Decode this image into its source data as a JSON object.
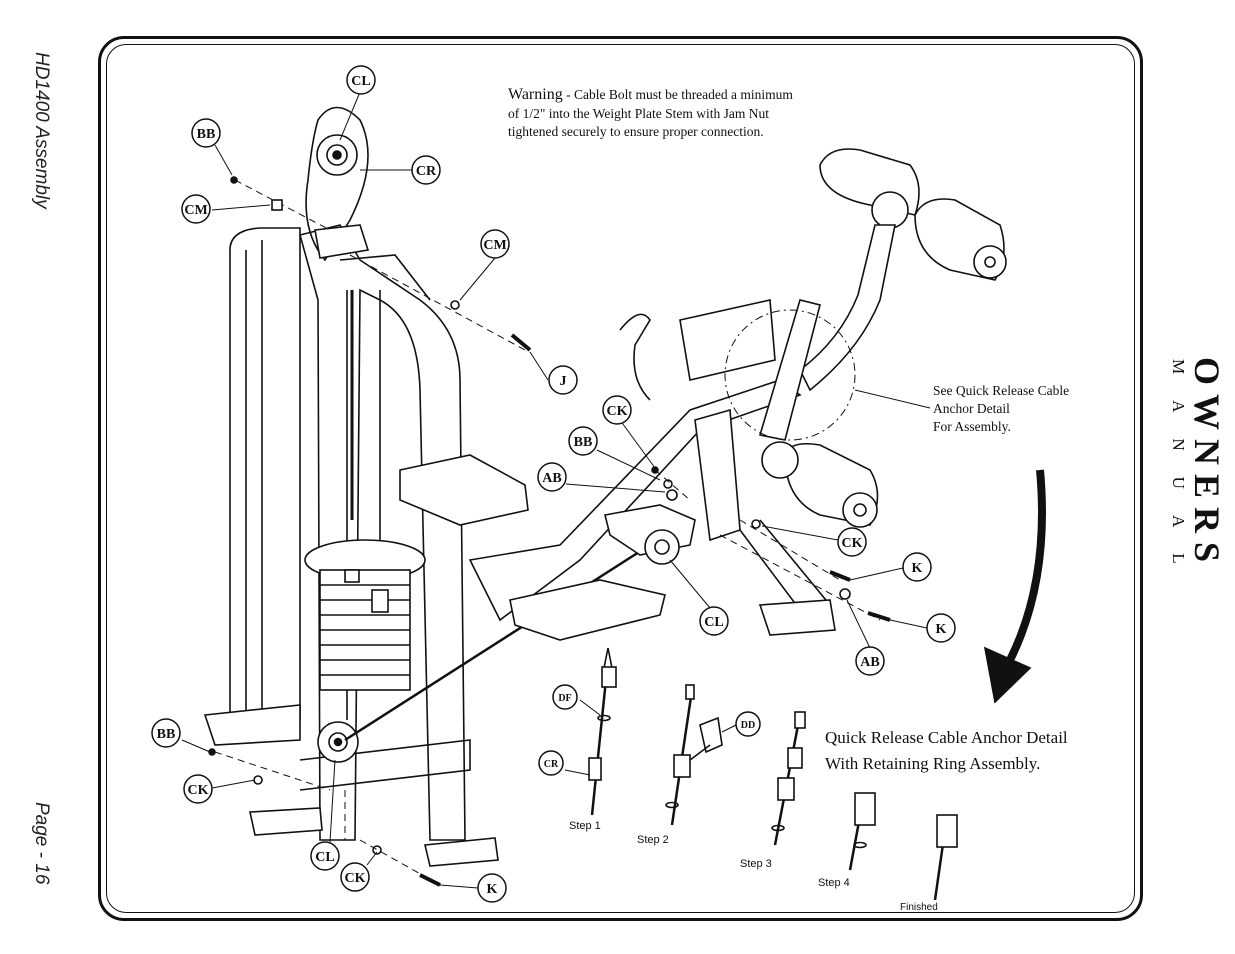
{
  "side": {
    "left_title": "HD1400 Assembly",
    "page_label": "Page - 16",
    "owners": "OWNERS",
    "manual": "MANUAL"
  },
  "warning": {
    "heading": "Warning",
    "text": "- Cable Bolt must be threaded a minimum of 1/2\" into the Weight Plate Stem with Jam Nut tightened securely to ensure proper connection."
  },
  "detail_note": {
    "line1": "See Quick Release Cable",
    "line2": "Anchor Detail",
    "line3": "For Assembly."
  },
  "quick_release": {
    "line1": "Quick Release Cable Anchor Detail",
    "line2": "With Retaining Ring Assembly."
  },
  "steps": [
    "Step 1",
    "Step 2",
    "Step 3",
    "Step 4",
    "Finished"
  ],
  "callouts": [
    "CL",
    "BB",
    "CR",
    "CM",
    "CM",
    "J",
    "CK",
    "BB",
    "AB",
    "CK",
    "K",
    "K",
    "AB",
    "CL",
    "BB",
    "CK",
    "CL",
    "CK",
    "K",
    "DF",
    "CR",
    "DD"
  ]
}
